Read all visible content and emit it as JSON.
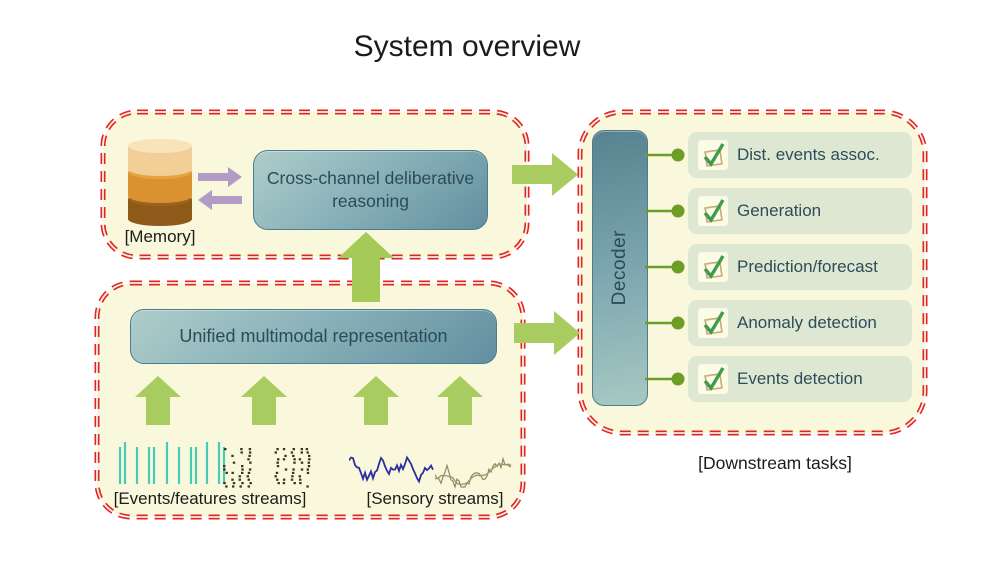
{
  "title": "System overview",
  "memory_panel": {
    "memory_label": "[Memory]",
    "reasoning_box_label": "Cross-channel deliberative reasoning"
  },
  "streams_panel": {
    "representation_box_label": "Unified multimodal representation",
    "events_streams_label": "[Events/features streams]",
    "sensory_streams_label": "[Sensory streams]"
  },
  "tasks_panel": {
    "decoder_label": "Decoder",
    "tasks": [
      "Dist. events assoc.",
      "Generation",
      "Prediction/forecast",
      "Anomaly detection",
      "Events detection"
    ],
    "caption": "[Downstream tasks]"
  },
  "icons": {
    "memory": "database-cylinder-icon",
    "exchange": "purple-exchange-arrows-icon",
    "flow": "green-arrow-icon",
    "tasks": "checkbox-checked-icon",
    "streams": [
      "spike-train-icon",
      "raster-dots-icon",
      "waveform-blue-icon",
      "waveform-olive-icon"
    ]
  },
  "colors": {
    "panel_background": "#f9f8dc",
    "dashed_border_red": "#dc2721",
    "dash_inner_stripe": "#ffece4",
    "box_blue_light": "#aecdca",
    "box_blue_dark": "#628fa0",
    "box_border": "#4d7c8c",
    "box_text": "#2c4b59",
    "arrow_green": "#a8cc60",
    "connector_green": "#6e9d25",
    "task_box_background": "#dee7d2",
    "check_green": "#3f9c49",
    "checkbox_outline": "#c8a87c",
    "purple_arrow": "#b29cc6",
    "cylinder_top": "#f2cf96",
    "cylinder_middle": "#da9230",
    "cylinder_bottom": "#8e5a1a",
    "spike_teal": "#49cbb3",
    "raster_dot": "#3a3320",
    "waveform_blue": "#2b2f9f",
    "waveform_olive": "#8c8b5e"
  }
}
